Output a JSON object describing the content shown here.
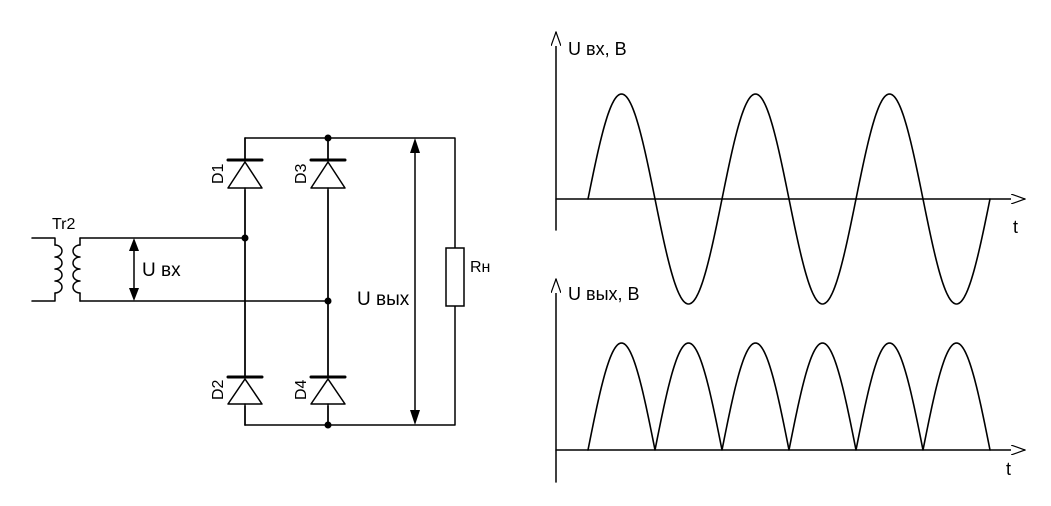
{
  "circuit": {
    "transformer_label": "Tr2",
    "input_voltage_label": "U вх",
    "output_voltage_label": "U вых",
    "load_label": "Rн",
    "diodes": {
      "d1": "D1",
      "d2": "D2",
      "d3": "D3",
      "d4": "D4"
    }
  },
  "graphs": {
    "input": {
      "y_label": "U вх, В",
      "x_label": "t",
      "waveform": "sine",
      "periods": 3
    },
    "output": {
      "y_label": "U вых, В",
      "x_label": "t",
      "waveform": "full-wave rectified",
      "half_waves": 6
    }
  },
  "colors": {
    "line": "#000000",
    "background": "#ffffff"
  }
}
